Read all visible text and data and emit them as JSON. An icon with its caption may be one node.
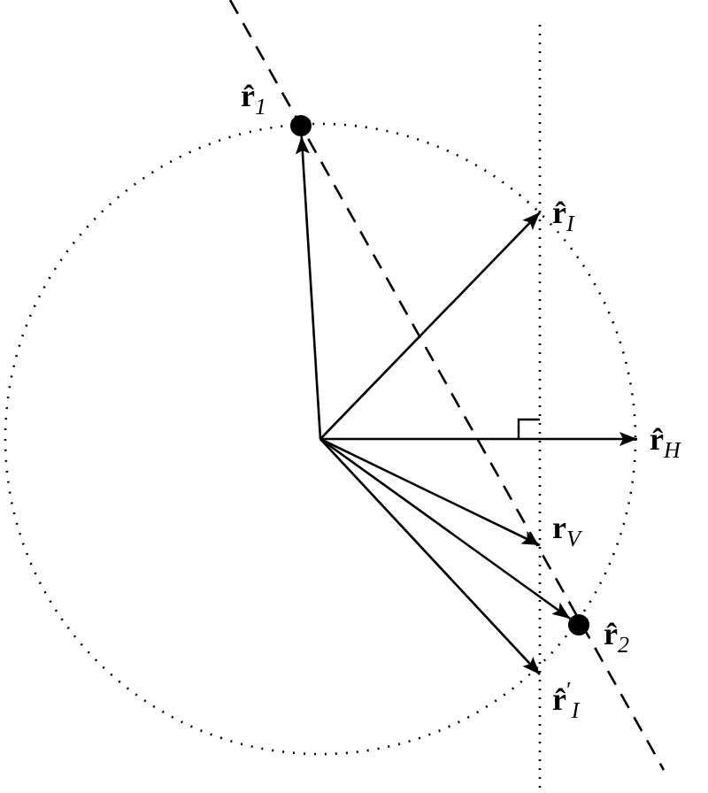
{
  "diagram": {
    "nodes": [
      {
        "text": [],
        "shape": "circle",
        "beside": [
          "**r̂**$_{1}$"
        ]
      },
      {
        "text": [
          "**r̂**$_{I}$"
        ]
      },
      {
        "text": [
          "**r̂**$_{H}$"
        ]
      },
      {
        "text": [
          "**r**$_{V}$"
        ]
      },
      {
        "text": [],
        "shape": "circle",
        "beside": [
          "**r̂**$_{2}$"
        ]
      },
      {
        "text": [
          "**r̂**$^{′}$$_{I}$"
        ]
      }
    ],
    "edges": [
      {
        "from": null,
        "to": 0,
        "arrow": "to"
      },
      {
        "from": null,
        "to": 1,
        "arrow": "to"
      },
      {
        "from": null,
        "to": 2,
        "arrow": "to"
      },
      {
        "from": null,
        "to": 3,
        "arrow": "to"
      },
      {
        "from": null,
        "to": 4,
        "arrow": "to"
      },
      {
        "from": null,
        "to": 5,
        "arrow": "to"
      }
    ]
  }
}
